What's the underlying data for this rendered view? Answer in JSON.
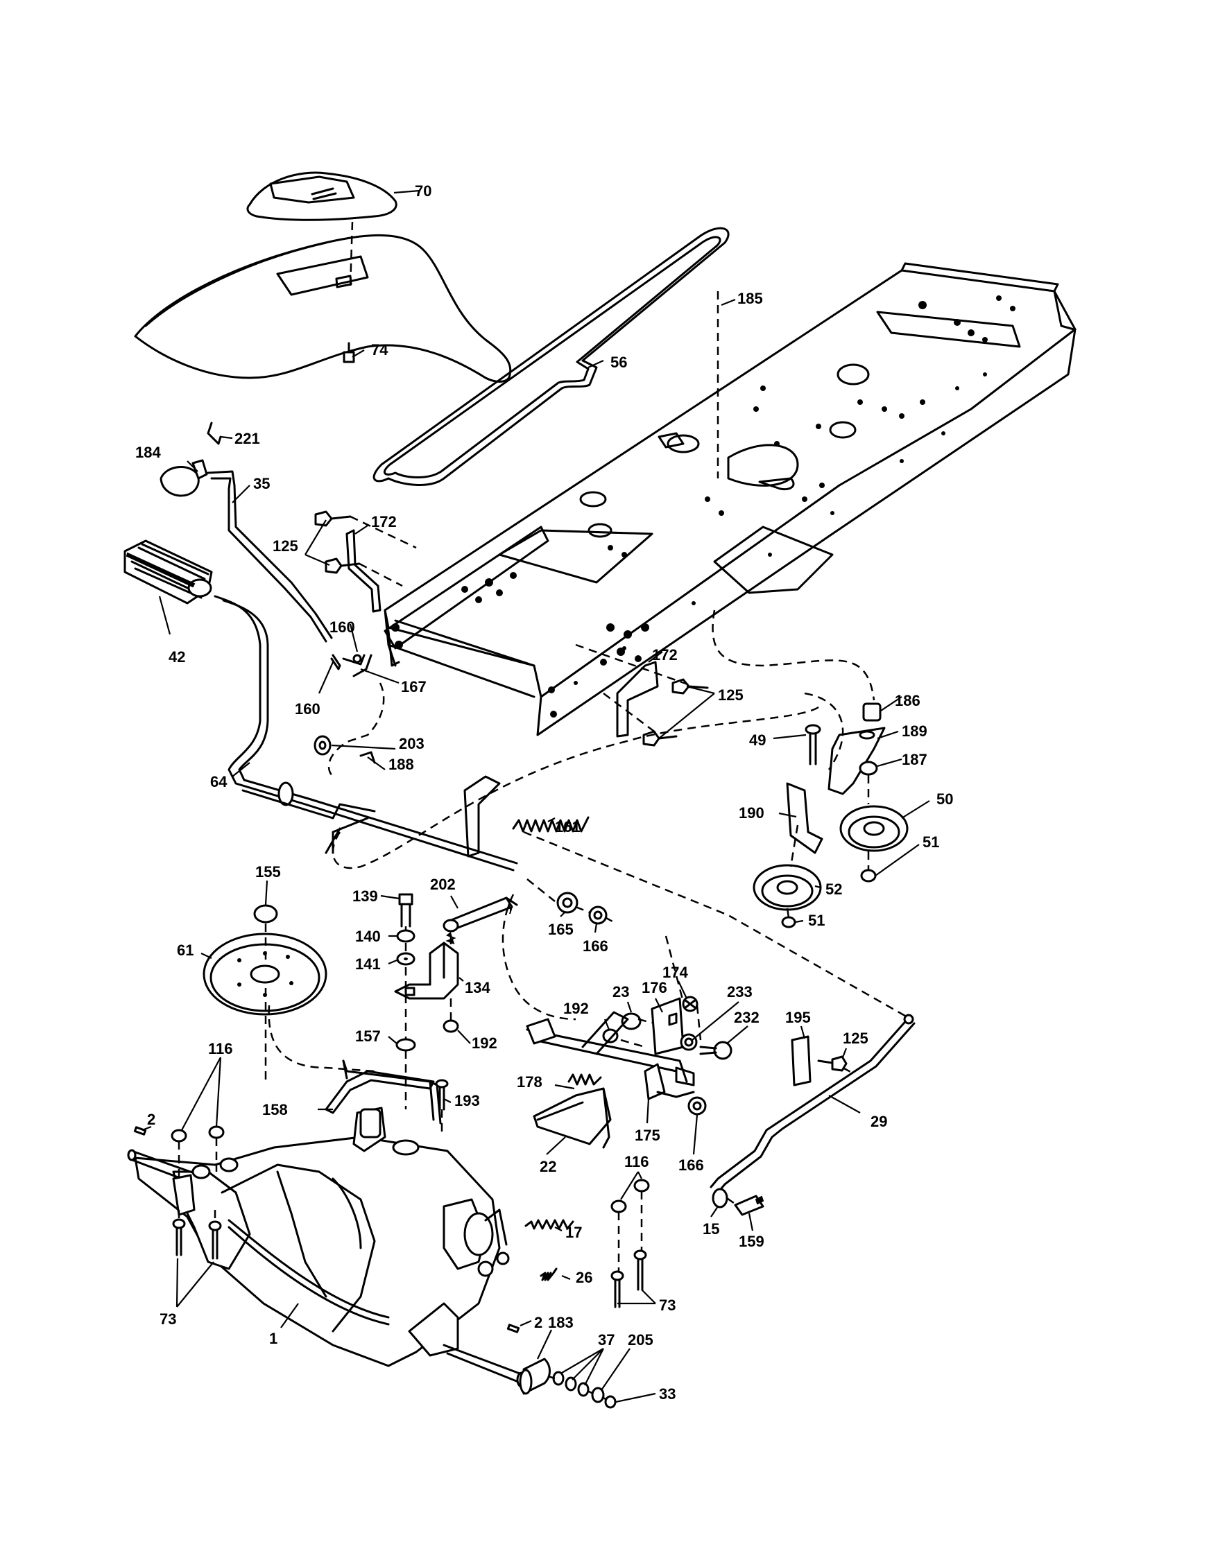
{
  "callouts": {
    "c70": "70",
    "c74": "74",
    "c56": "56",
    "c185": "185",
    "c221": "221",
    "c184": "184",
    "c35": "35",
    "c172a": "172",
    "c125a": "125",
    "c42": "42",
    "c160a": "160",
    "c160b": "160",
    "c167": "167",
    "c172b": "172",
    "c125b": "125",
    "c186": "186",
    "c49": "49",
    "c189": "189",
    "c187": "187",
    "c203": "203",
    "c64": "64",
    "c188": "188",
    "c161": "161",
    "c190": "190",
    "c50": "50",
    "c51a": "51",
    "c52": "52",
    "c51b": "51",
    "c155": "155",
    "c139": "139",
    "c202": "202",
    "c165": "165",
    "c166a": "166",
    "c140": "140",
    "c61": "61",
    "c141": "141",
    "c134": "134",
    "c174": "174",
    "c176": "176",
    "c23": "23",
    "c233": "233",
    "c192a": "192",
    "c232": "232",
    "c195": "195",
    "c125c": "125",
    "c157": "157",
    "c192b": "192",
    "c116a": "116",
    "c178": "178",
    "c158": "158",
    "c193": "193",
    "c2a": "2",
    "c175": "175",
    "c166b": "166",
    "c29": "29",
    "c22": "22",
    "c116b": "116",
    "c17": "17",
    "c15": "15",
    "c159": "159",
    "c26": "26",
    "c73a": "73",
    "c1": "1",
    "c73b": "73",
    "c2b": "2",
    "c183": "183",
    "c37": "37",
    "c205": "205",
    "c33": "33"
  }
}
